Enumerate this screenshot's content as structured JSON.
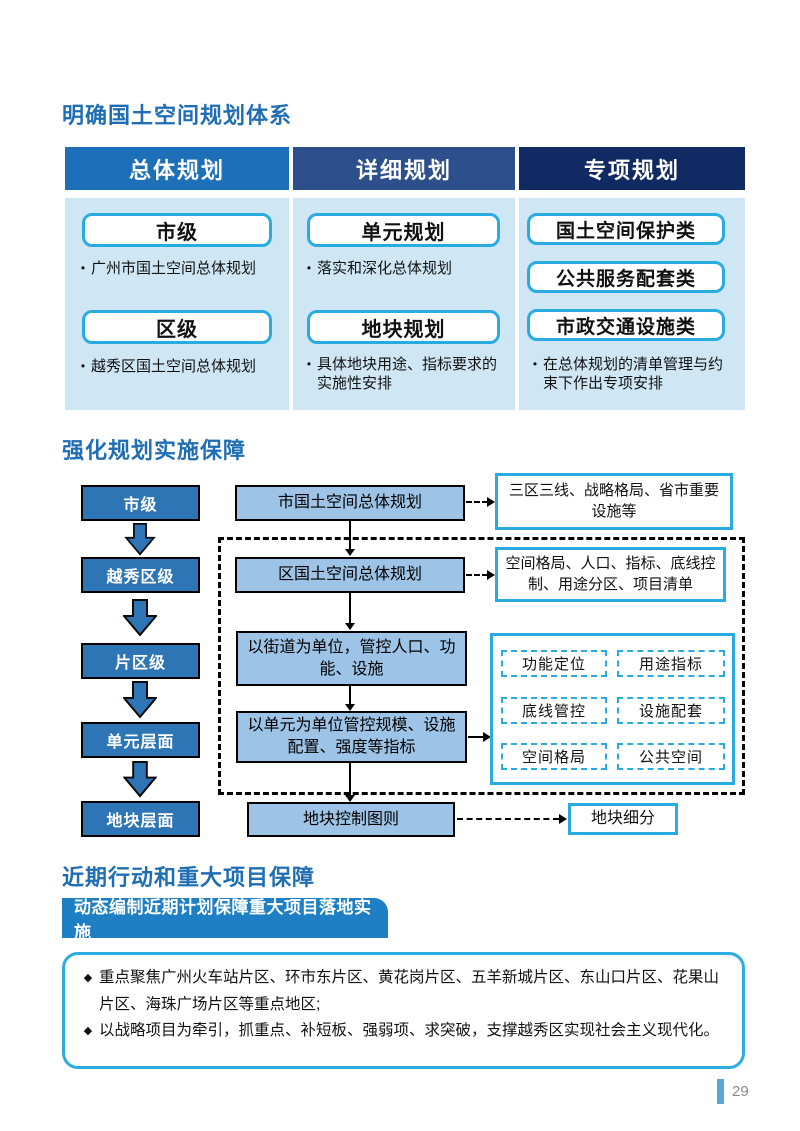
{
  "page": {
    "number": "29"
  },
  "s1": {
    "title": "明确国土空间规划体系",
    "headers": [
      "总体规划",
      "详细规划",
      "专项规划"
    ],
    "col1": {
      "pill1": "市级",
      "bullet1": "广州市国土空间总体规划",
      "pill2": "区级",
      "bullet2": "越秀区国土空间总体规划"
    },
    "col2": {
      "pill1": "单元规划",
      "bullet1": "落实和深化总体规划",
      "pill2": "地块规划",
      "bullet2": "具体地块用途、指标要求的实施性安排"
    },
    "col3": {
      "pill1": "国土空间保护类",
      "pill2": "公共服务配套类",
      "pill3": "市政交通设施类",
      "bullet1": "在总体规划的清单管理与约束下作出专项安排"
    }
  },
  "s2": {
    "title": "强化规划实施保障",
    "levels": [
      "市级",
      "越秀区级",
      "片区级",
      "单元层面",
      "地块层面"
    ],
    "flow": [
      "市国土空间总体规划",
      "区国土空间总体规划",
      "以街道为单位，管控人口、功能、设施",
      "以单元为单位管控规模、设施配置、强度等指标",
      "地块控制图则"
    ],
    "note1": "三区三线、战略格局、省市重要设施等",
    "note2": "空间格局、人口、指标、底线控制、用途分区、项目清单",
    "grid": [
      "功能定位",
      "用途指标",
      "底线管控",
      "设施配套",
      "空间格局",
      "公共空间"
    ],
    "detail": "地块细分"
  },
  "s3": {
    "title": "近期行动和重大项目保障",
    "banner": "动态编制近期计划保障重大项目落地实施",
    "bullets": [
      "重点聚焦广州火车站片区、环市东片区、黄花岗片区、五羊新城片区、东山口片区、花果山片区、海珠广场片区等重点地区;",
      "以战略项目为牵引，抓重点、补短板、强弱项、求突破，支撑越秀区实现社会主义现代化。"
    ]
  },
  "colors": {
    "heading_blue": "#1f6eb5",
    "header_col1": "#1d70b7",
    "header_col2": "#2d4f8c",
    "header_col3": "#122a63",
    "table_body_bg": "#cfe7f5",
    "cyan_accent": "#29abe2",
    "flow_dark_blue": "#2e75b6",
    "flow_light_blue": "#9dc3e6",
    "banner_blue": "#1e7fc4",
    "page_bar_blue": "#5aa7d6"
  }
}
